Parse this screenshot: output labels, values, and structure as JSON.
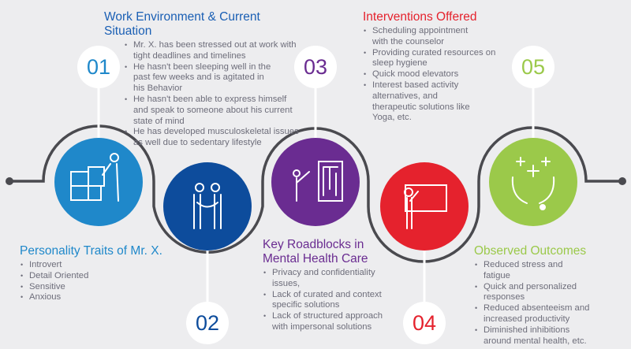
{
  "colors": {
    "step1": "#1f88ca",
    "step2": "#0d4c9c",
    "step3": "#6a2c91",
    "step4": "#e5222d",
    "step5": "#9bc94a",
    "text": "#6d6d7a",
    "line": "#4a4a4f"
  },
  "steps": [
    {
      "number": "01",
      "icon": "puzzle-person-icon",
      "title": "Personality Traits of Mr. X.",
      "items": [
        "Introvert",
        "Detail Oriented",
        "Sensitive",
        "Anxious"
      ]
    },
    {
      "number": "02",
      "icon": "handshake-icon",
      "title": "Work Environment & Current Situation",
      "items": [
        "Mr. X. has been stressed out at work with tight deadlines and timelines",
        "He hasn't been sleeping well in the past few weeks and is agitated in his Behavior",
        "He hasn't been able to express himself and speak to someone about his current state of mind",
        "He has developed musculoskeletal issues as well due to sedentary lifestyle"
      ]
    },
    {
      "number": "03",
      "icon": "maze-person-icon",
      "title": "Key Roadblocks in Mental Health Care",
      "items": [
        "Privacy and confidentiality issues,",
        "Lack of curated and context specific solutions",
        "Lack of structured approach with impersonal solutions"
      ]
    },
    {
      "number": "04",
      "icon": "presentation-board-icon",
      "title": "Interventions Offered",
      "items": [
        "Scheduling appointment with the counselor",
        "Providing curated resources on sleep hygiene",
        "Quick mood elevators",
        "Interest based activity alternatives, and therapeutic solutions like Yoga, etc."
      ]
    },
    {
      "number": "05",
      "icon": "hands-health-icon",
      "title": "Observed Outcomes",
      "items": [
        "Reduced stress and fatigue",
        "Quick and personalized responses",
        "Reduced absenteeism and increased productivity",
        "Diminished inhibitions around mental health, etc."
      ]
    }
  ]
}
